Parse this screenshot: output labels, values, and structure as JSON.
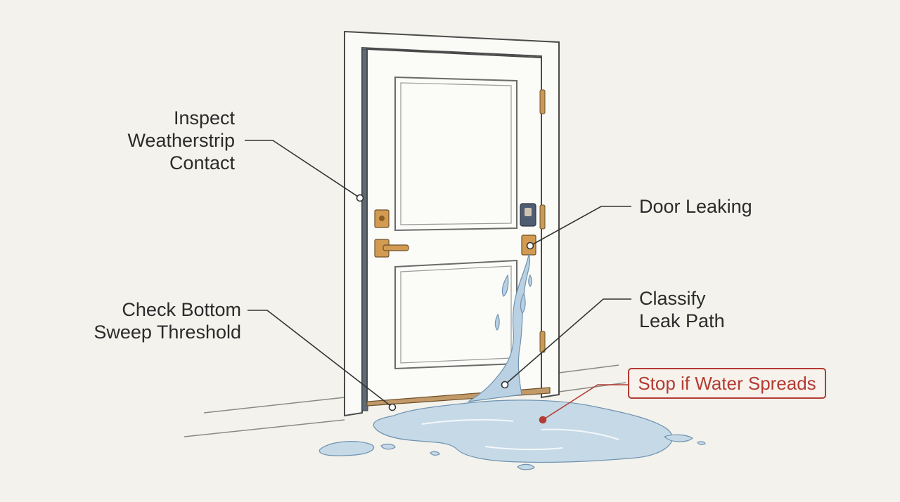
{
  "labels": {
    "weatherstrip": "Inspect\nWeatherstrip\nContact",
    "door_leaking": "Door Leaking",
    "sweep": "Check Bottom\nSweep Threshold",
    "classify": "Classify\nLeak Path",
    "stop": "Stop if Water Spreads"
  },
  "colors": {
    "background": "#f3f2ec",
    "door": "#fbfbf8",
    "outline": "#4a4a4a",
    "hardware": "#d39a52",
    "water": "#a8c4d8",
    "alert": "#b33b33"
  }
}
